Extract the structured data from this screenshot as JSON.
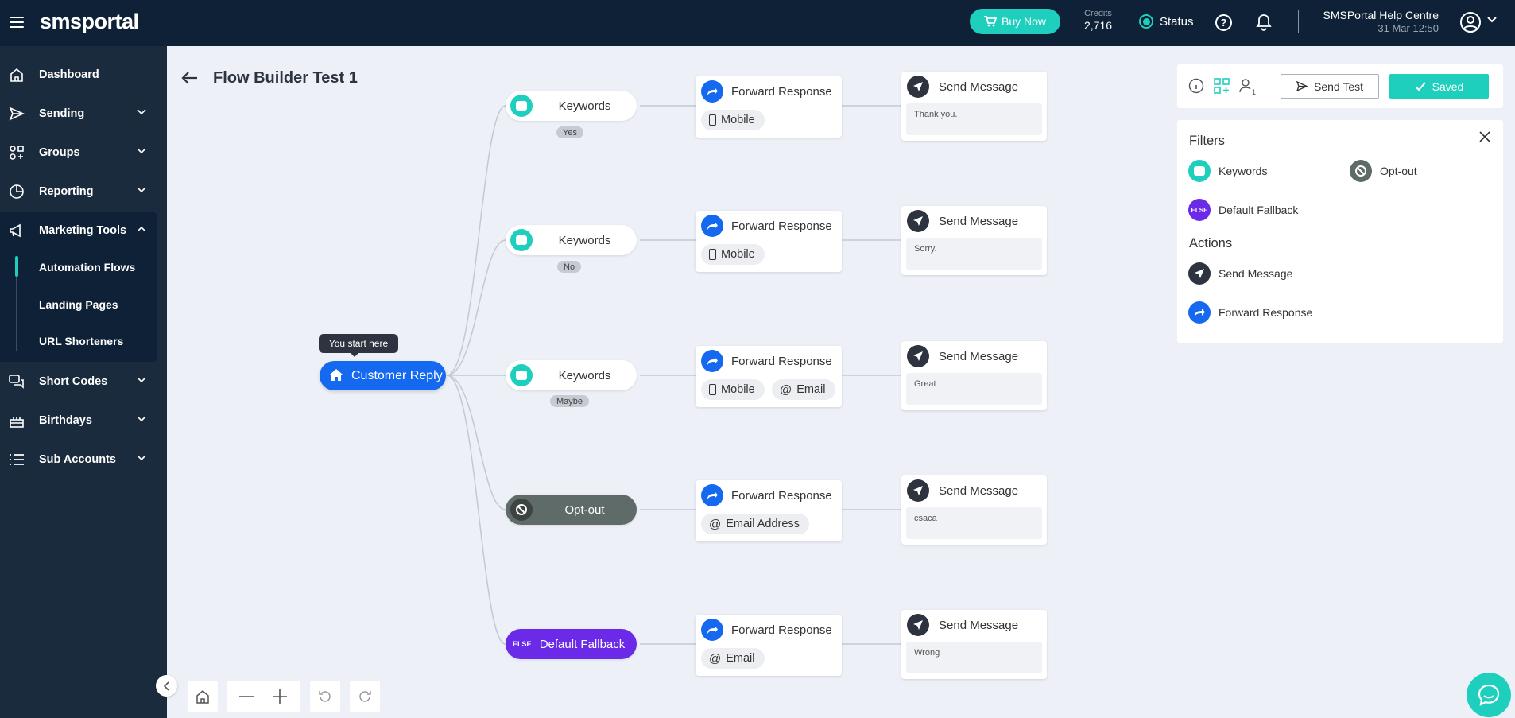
{
  "header": {
    "logo": "smsportal",
    "buy_now": "Buy Now",
    "credits_label": "Credits",
    "credits_value": "2,716",
    "status": "Status",
    "help_centre": "SMSPortal Help Centre",
    "date": "31 Mar 12:50"
  },
  "sidebar": {
    "items": [
      {
        "label": "Dashboard",
        "icon": "home-icon"
      },
      {
        "label": "Sending",
        "icon": "send-icon"
      },
      {
        "label": "Groups",
        "icon": "groups-icon"
      },
      {
        "label": "Reporting",
        "icon": "chart-icon"
      },
      {
        "label": "Marketing Tools",
        "icon": "megaphone-icon"
      },
      {
        "label": "Short Codes",
        "icon": "chat-bubbles-icon"
      },
      {
        "label": "Birthdays",
        "icon": "cake-icon"
      },
      {
        "label": "Sub Accounts",
        "icon": "list-icon"
      }
    ],
    "marketing_sub": [
      "Automation Flows",
      "Landing Pages",
      "URL Shorteners"
    ]
  },
  "page": {
    "title": "Flow Builder Test 1",
    "start_tip": "You start here",
    "start_node": "Customer Reply"
  },
  "flows": [
    {
      "filter": "Keywords",
      "tag": "Yes",
      "forward": "Forward Response",
      "pills": [
        "Mobile"
      ],
      "send": "Send Message",
      "message": "Thank you."
    },
    {
      "filter": "Keywords",
      "tag": "No",
      "forward": "Forward Response",
      "pills": [
        "Mobile"
      ],
      "send": "Send Message",
      "message": "Sorry."
    },
    {
      "filter": "Keywords",
      "tag": "Maybe",
      "forward": "Forward Response",
      "pills": [
        "Mobile",
        "Email"
      ],
      "send": "Send Message",
      "message": "Great"
    },
    {
      "filter": "Opt-out",
      "forward": "Forward Response",
      "pills": [
        "Email Address"
      ],
      "send": "Send Message",
      "message": "csaca"
    },
    {
      "filter": "Default Fallback",
      "else_badge": "ELSE",
      "forward": "Forward Response",
      "pills": [
        "Email"
      ],
      "send": "Send Message",
      "message": "Wrong"
    }
  ],
  "toolbar": {
    "user_count": "1",
    "send_test": "Send Test",
    "saved": "Saved"
  },
  "filters_panel": {
    "filters_heading": "Filters",
    "keywords": "Keywords",
    "opt_out": "Opt-out",
    "else_badge": "ELSE",
    "default_fallback": "Default Fallback",
    "actions_heading": "Actions",
    "send_message": "Send Message",
    "forward_response": "Forward Response"
  },
  "colors": {
    "teal": "#1fcfbe",
    "blue": "#1568f0",
    "purple": "#6a2ae8",
    "navy": "#0e2136",
    "sidebar": "#1b2b3e"
  }
}
